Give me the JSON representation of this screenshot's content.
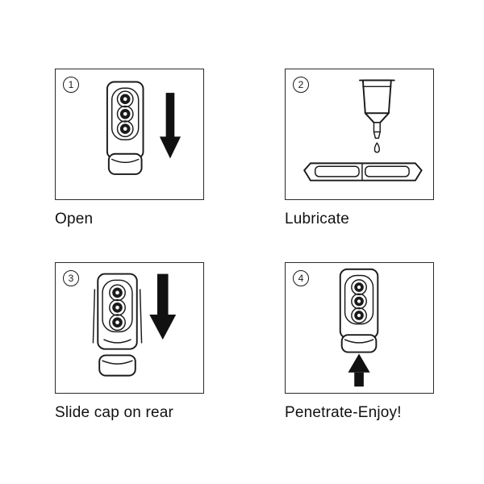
{
  "panels": [
    {
      "number": "1",
      "caption": "Open"
    },
    {
      "number": "2",
      "caption": "Lubricate"
    },
    {
      "number": "3",
      "caption": "Slide cap on rear"
    },
    {
      "number": "4",
      "caption": "Penetrate-Enjoy!"
    }
  ]
}
